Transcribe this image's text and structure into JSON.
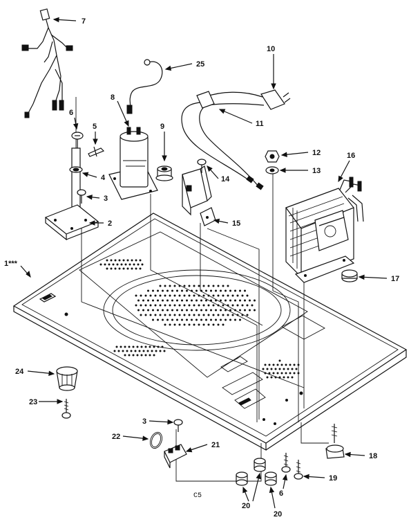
{
  "diagram": {
    "caption": "C5",
    "base_label": "1***",
    "parts": [
      {
        "key": "p7",
        "label": "7"
      },
      {
        "key": "p25",
        "label": "25"
      },
      {
        "key": "p10",
        "label": "10"
      },
      {
        "key": "p11",
        "label": "11"
      },
      {
        "key": "p8",
        "label": "8"
      },
      {
        "key": "p6a",
        "label": "6"
      },
      {
        "key": "p5",
        "label": "5"
      },
      {
        "key": "p9",
        "label": "9"
      },
      {
        "key": "p12",
        "label": "12"
      },
      {
        "key": "p13",
        "label": "13"
      },
      {
        "key": "p16",
        "label": "16"
      },
      {
        "key": "p14",
        "label": "14"
      },
      {
        "key": "p4",
        "label": "4"
      },
      {
        "key": "p3a",
        "label": "3"
      },
      {
        "key": "p2",
        "label": "2"
      },
      {
        "key": "p15",
        "label": "15"
      },
      {
        "key": "p17",
        "label": "17"
      },
      {
        "key": "p24",
        "label": "24"
      },
      {
        "key": "p23",
        "label": "23"
      },
      {
        "key": "p3b",
        "label": "3"
      },
      {
        "key": "p22",
        "label": "22"
      },
      {
        "key": "p21",
        "label": "21"
      },
      {
        "key": "p18",
        "label": "18"
      },
      {
        "key": "p19",
        "label": "19"
      },
      {
        "key": "p6b",
        "label": "6"
      },
      {
        "key": "p20a",
        "label": "20"
      },
      {
        "key": "p20b",
        "label": "20"
      }
    ]
  }
}
